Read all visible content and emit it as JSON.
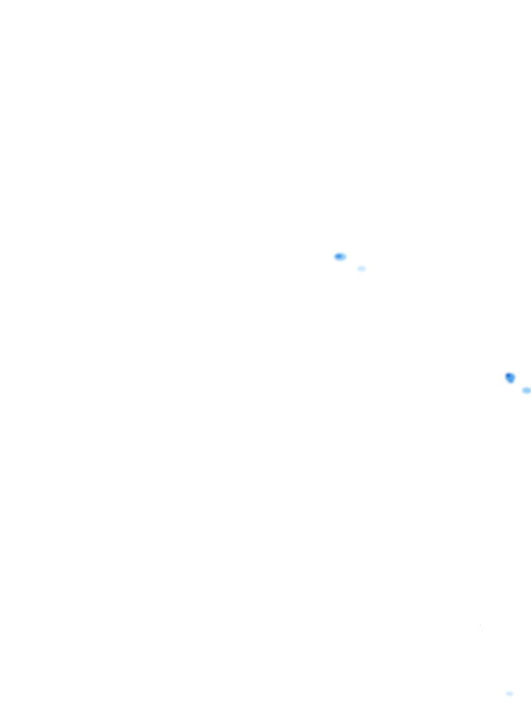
{
  "map": {
    "background_color": "#ffffff",
    "layer": "precipitation-radar-overlay",
    "palette": {
      "light": "#bfe1fb",
      "moderate": "#7cc0f2",
      "heavy": "#2f8fe6",
      "intense": "#0b62c8"
    },
    "echoes": [
      {
        "id": "echo-1",
        "intensity": "moderate"
      },
      {
        "id": "echo-2",
        "intensity": "light"
      },
      {
        "id": "echo-3",
        "intensity": "heavy"
      },
      {
        "id": "echo-4",
        "intensity": "moderate"
      },
      {
        "id": "echo-5",
        "intensity": "light"
      }
    ]
  }
}
